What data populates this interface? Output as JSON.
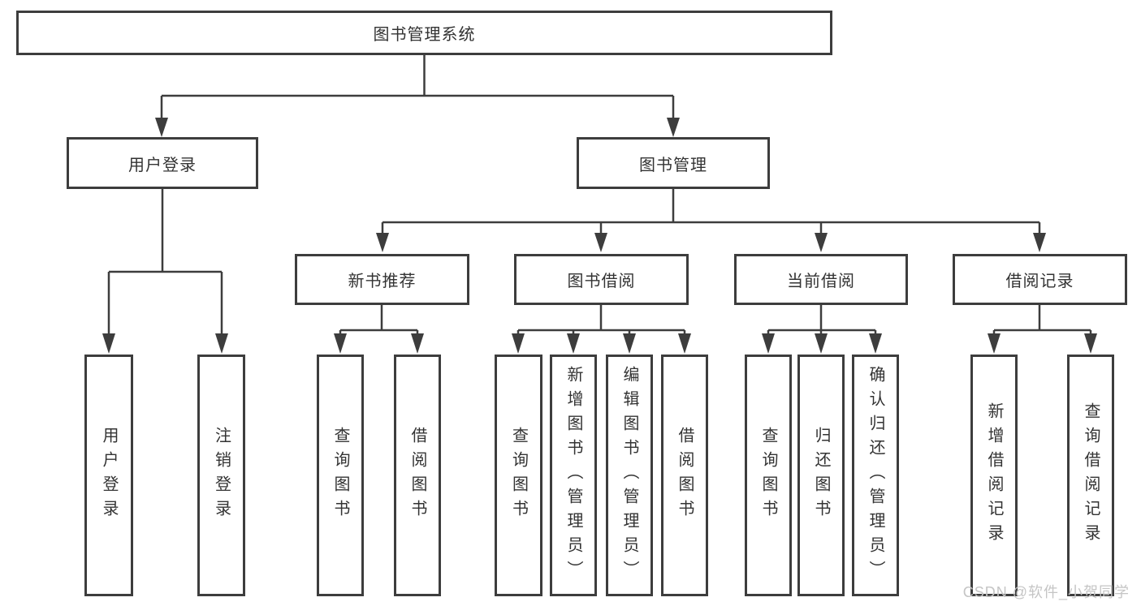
{
  "diagram": {
    "root": {
      "label": "图书管理系统"
    },
    "user_branch": {
      "label": "用户登录",
      "leaves": [
        "用户登录",
        "注销登录"
      ]
    },
    "mgmt_branch": {
      "label": "图书管理",
      "modules": [
        {
          "label": "新书推荐",
          "leaves": [
            "查询图书",
            "借阅图书"
          ]
        },
        {
          "label": "图书借阅",
          "leaves": [
            "查询图书",
            "新增图书（管理员）",
            "编辑图书（管理员）",
            "借阅图书"
          ]
        },
        {
          "label": "当前借阅",
          "leaves": [
            "查询图书",
            "归还图书",
            "确认归还（管理员）"
          ]
        },
        {
          "label": "借阅记录",
          "leaves": [
            "新增借阅记录",
            "查询借阅记录"
          ]
        }
      ]
    },
    "colors": {
      "line": "#3d3d3d",
      "text": "#333333",
      "watermark": "#c5c5c5",
      "background": "#ffffff"
    }
  },
  "watermark": {
    "text": "CSDN @软件_小贺同学"
  }
}
